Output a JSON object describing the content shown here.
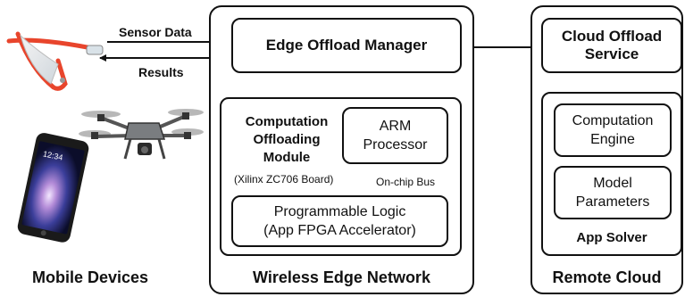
{
  "mobile": {
    "title": "Mobile Devices",
    "phone_time": "12:34",
    "sensor_label": "Sensor Data",
    "results_label": "Results"
  },
  "edge": {
    "title": "Wireless Edge Network",
    "offload_manager": "Edge Offload Manager",
    "module_title_line1": "Computation",
    "module_title_line2": "Offloading",
    "module_title_line3": "Module",
    "board_label": "(Xilinx ZC706 Board)",
    "arm_line1": "ARM",
    "arm_line2": "Processor",
    "bus_label": "On-chip Bus",
    "pl_line1": "Programmable Logic",
    "pl_line2": "(App FPGA Accelerator)"
  },
  "cloud": {
    "title": "Remote Cloud",
    "service_line1": "Cloud Offload",
    "service_line2": "Service",
    "engine_line1": "Computation",
    "engine_line2": "Engine",
    "params_line1": "Model",
    "params_line2": "Parameters",
    "solver_label": "App Solver"
  },
  "colors": {
    "stroke": "#111111",
    "glasses_frame": "#e8452c",
    "drone_body": "#7a7d80",
    "phone_body": "#1a1a1a"
  },
  "icons": [
    "smart-glasses-icon",
    "drone-icon",
    "smartphone-icon"
  ]
}
